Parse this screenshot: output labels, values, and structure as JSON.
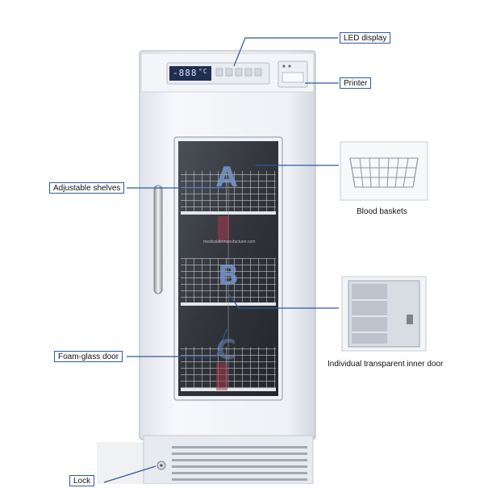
{
  "callouts": {
    "led_display": "LED display",
    "printer": "Printer",
    "adjustable_shelves": "Adjustable shelves",
    "foam_glass_door": "Foam-glass door",
    "lock": "Lock"
  },
  "captions": {
    "blood_baskets": "Blood baskets",
    "inner_door": "Individual transparent inner door"
  },
  "panel": {
    "display_value": "-888",
    "display_unit": "°C"
  },
  "zones": {
    "top": "A",
    "middle": "B",
    "bottom": "C"
  },
  "watermark": "medicalabrmanufacturer.com",
  "colors": {
    "callout_border": "#2f5aa0",
    "leader_line": "#2f5aa0",
    "cabinet_body": "#eef1f5",
    "display_panel": "#1f2f52"
  }
}
